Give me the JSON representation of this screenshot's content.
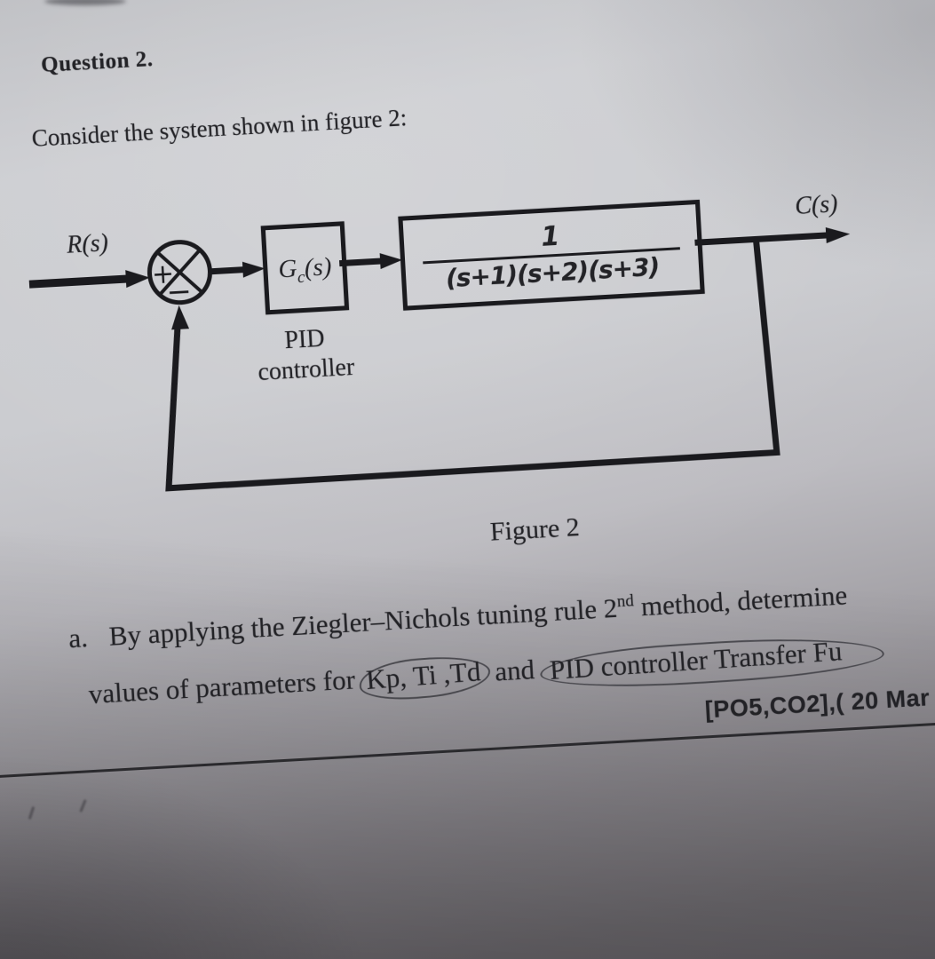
{
  "header": {
    "question_label": "Question 2.",
    "intro": "Consider the system shown in figure 2:"
  },
  "diagram": {
    "input_label": "R(s)",
    "output_label": "C(s)",
    "sum_plus": "+",
    "sum_minus": "−",
    "controller_gain_main": "G",
    "controller_gain_sub": "c",
    "controller_gain_arg": "(s)",
    "controller_caption_1": "PID",
    "controller_caption_2": "controller",
    "plant_numerator": "1",
    "plant_denominator": "(s+1)(s+2)(s+3)",
    "figure_caption": "Figure 2"
  },
  "question_a": {
    "item_label": "a.",
    "line1_pre": "By applying the Ziegler–Nichols tuning rule 2",
    "line1_sup": "nd",
    "line1_post": " method, determine",
    "line2_pre": "values of parameters for ",
    "highlight_1": "Kp, Ti ,Td",
    "line2_mid": " and ",
    "highlight_2": "PID controller Transfer Fu",
    "marks": "[PO5,CO2],( 20 Mar"
  }
}
